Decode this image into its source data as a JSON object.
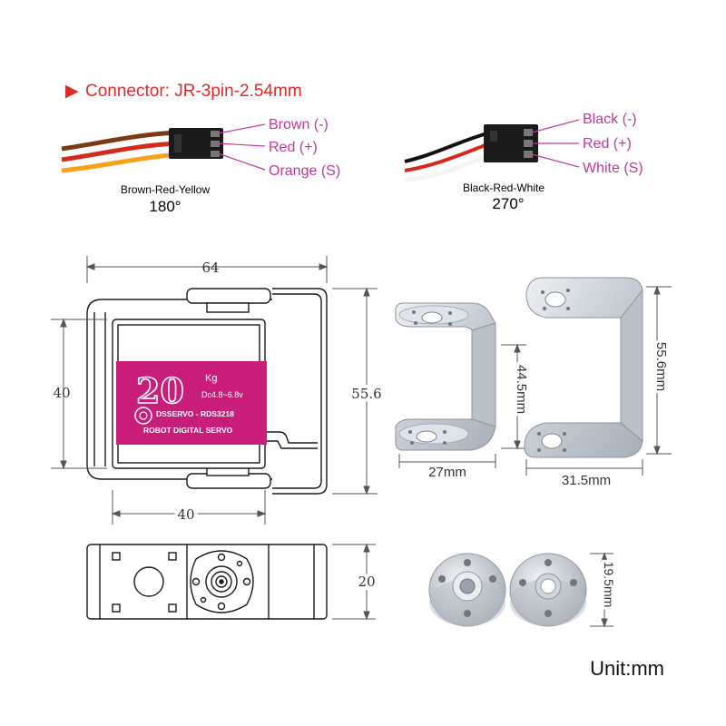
{
  "header": {
    "marker": "▶",
    "connector_title": "Connector:  JR-3pin-2.54mm"
  },
  "connectors": [
    {
      "wire_labels": [
        "Brown (-)",
        "Red (+)",
        "Orange (S)"
      ],
      "caption": "Brown-Red-Yellow",
      "angle": "180°",
      "wire_colors": [
        "#7a3b12",
        "#d42a1e",
        "#f6a21a"
      ]
    },
    {
      "wire_labels": [
        "Black (-)",
        "Red (+)",
        "White (S)"
      ],
      "caption": "Black-Red-White",
      "angle": "270°",
      "wire_colors": [
        "#111111",
        "#d42a1e",
        "#f4f4f4"
      ]
    }
  ],
  "label_color": "#c2389a",
  "title_color": "#e02a2a",
  "servo_label": {
    "big": "20",
    "unit": "Kg",
    "voltage": "Dc4.8~6.8v",
    "brand": "DSSERVO - RDS3218",
    "sub": "ROBOT DIGITAL SERVO",
    "color": "#c81e7a"
  },
  "dimensions": {
    "top_width": "64",
    "left_height": "40",
    "right_height": "55.6",
    "bottom_width": "40",
    "side_height": "20",
    "bracket_a_height": "44.5mm",
    "bracket_a_width": "27mm",
    "bracket_b_height": "55.6mm",
    "bracket_b_width": "31.5mm",
    "horn_height": "19.5mm"
  },
  "footer": {
    "unit": "Unit:mm"
  }
}
